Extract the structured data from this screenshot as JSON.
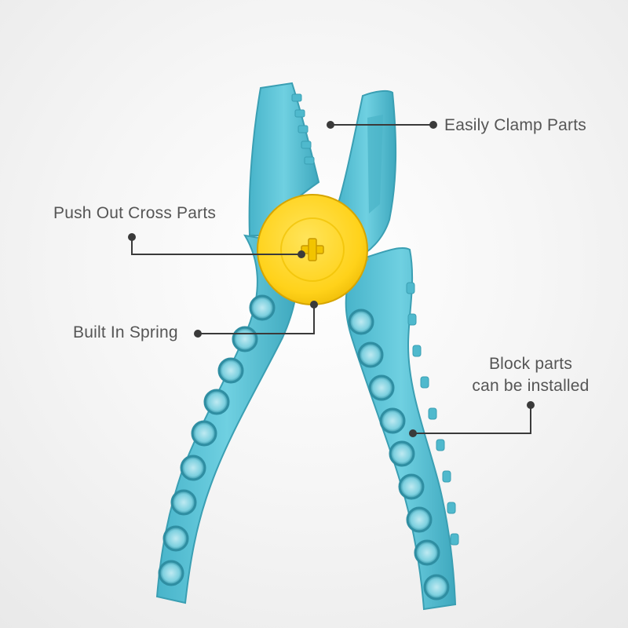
{
  "callouts": {
    "clamp": "Easily Clamp Parts",
    "push": "Push Out Cross Parts",
    "spring": "Built In Spring",
    "block_line1": "Block parts",
    "block_line2": "can be installed"
  },
  "colors": {
    "background": "#f2f2f2",
    "plier_body": "#5cc3d6",
    "plier_shadow": "#3a9fb3",
    "hub": "#ffd21a",
    "leader_line": "#3a3a3a",
    "label_text": "#555555"
  }
}
